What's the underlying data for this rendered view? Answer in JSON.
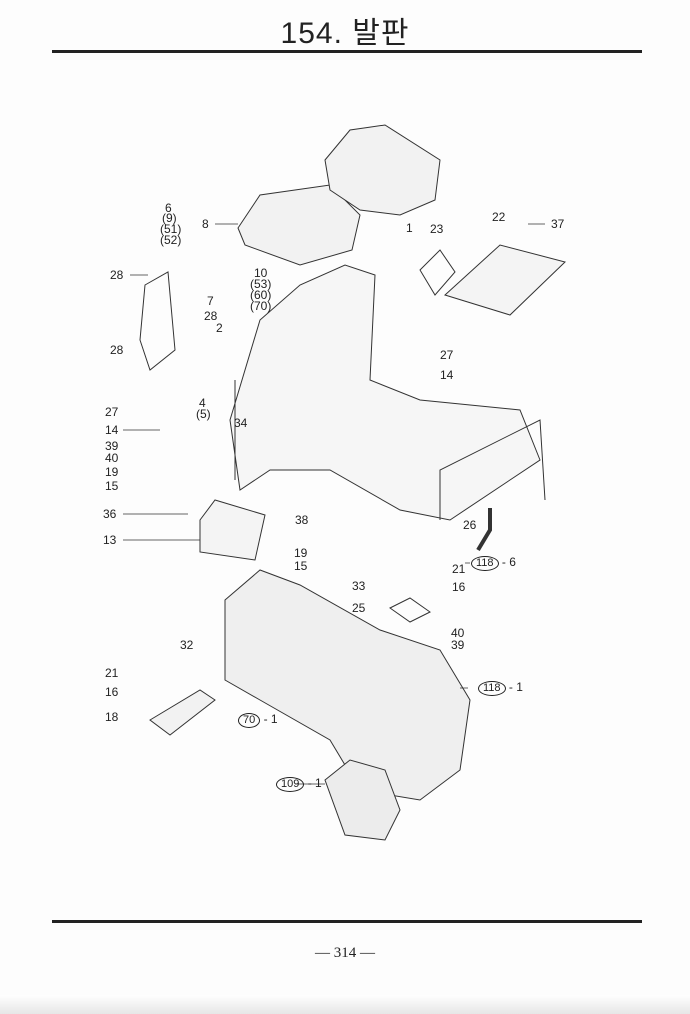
{
  "header": {
    "title": "154. 발판"
  },
  "footer": {
    "page_number": "— 314 —"
  },
  "callouts": {
    "c6": "6",
    "c9": "(9)",
    "c51": "(51)",
    "c52": "(52)",
    "c8": "8",
    "c28a": "28",
    "c7": "7",
    "c28b": "28",
    "c2": "2",
    "c10": "10",
    "c53": "(53)",
    "c60": "(60)",
    "c70": "(70)",
    "c28c": "28",
    "c4": "4",
    "c5": "(5)",
    "c34": "34",
    "c27a": "27",
    "c14a": "14",
    "c39a": "39",
    "c40a": "40",
    "c19a": "19",
    "c15a": "15",
    "c36": "36",
    "c13": "13",
    "c1": "1",
    "c23": "23",
    "c22": "22",
    "c37": "37",
    "c27b": "27",
    "c14b": "14",
    "c38": "38",
    "c19b": "19",
    "c15b": "15",
    "c26": "26",
    "c21a": "21",
    "c16a": "16",
    "c33": "33",
    "c25": "25",
    "c40b": "40",
    "c39b": "39",
    "c32": "32",
    "c21b": "21",
    "c16b": "16",
    "c18": "18"
  },
  "refs": [
    {
      "ref": "118",
      "suffix": "- 6"
    },
    {
      "ref": "118",
      "suffix": "- 1"
    },
    {
      "ref": "70",
      "suffix": "- 1"
    },
    {
      "ref": "109",
      "suffix": "- 1"
    }
  ]
}
